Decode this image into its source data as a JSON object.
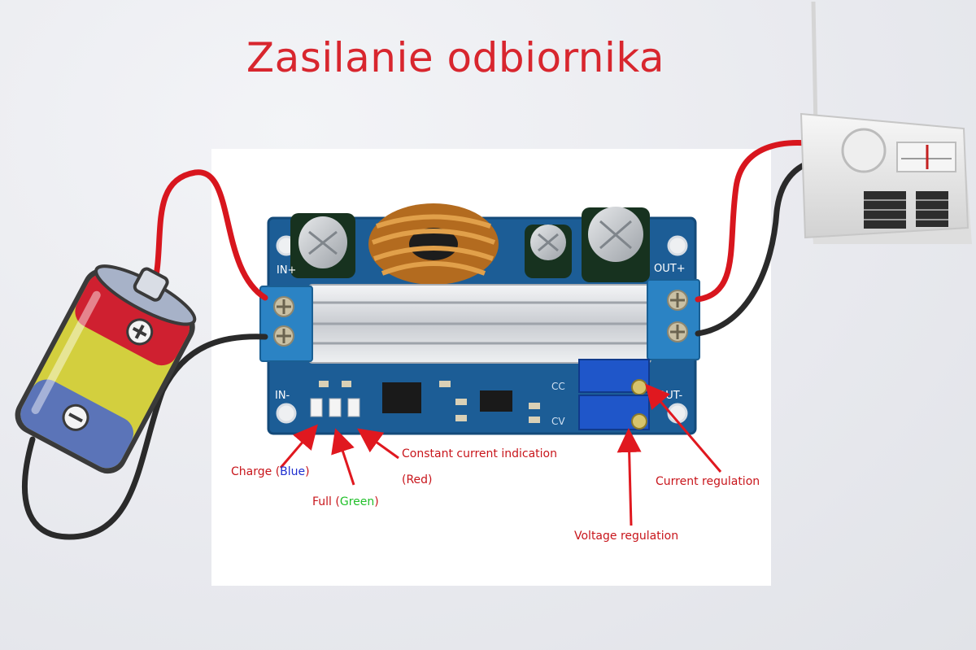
{
  "title": "Zasilanie odbiornika",
  "board": {
    "silk_in_plus": "IN+",
    "silk_in_minus": "IN-",
    "silk_out_plus": "OUT+",
    "silk_out_minus": "OUT-",
    "silk_cc": "CC",
    "silk_cv": "CV"
  },
  "annotations": {
    "charge_prefix": "Charge (",
    "charge_color": "Blue",
    "charge_suffix": ")",
    "full_prefix": "Full (",
    "full_color": "Green",
    "full_suffix": ")",
    "constant_current": "Constant current indication",
    "constant_current_color": "(Red)",
    "current_regulation": "Current regulation",
    "voltage_regulation": "Voltage regulation"
  },
  "colors": {
    "title": "#d8262e",
    "annotation": "#c8151b",
    "arrow": "#e0181f",
    "pcb": "#1c5d96",
    "wire_red": "#d8161e",
    "wire_black": "#2a2a2a"
  },
  "icons": {
    "battery": "battery-icon",
    "radio": "radio-icon",
    "module": "buck-boost-module"
  }
}
